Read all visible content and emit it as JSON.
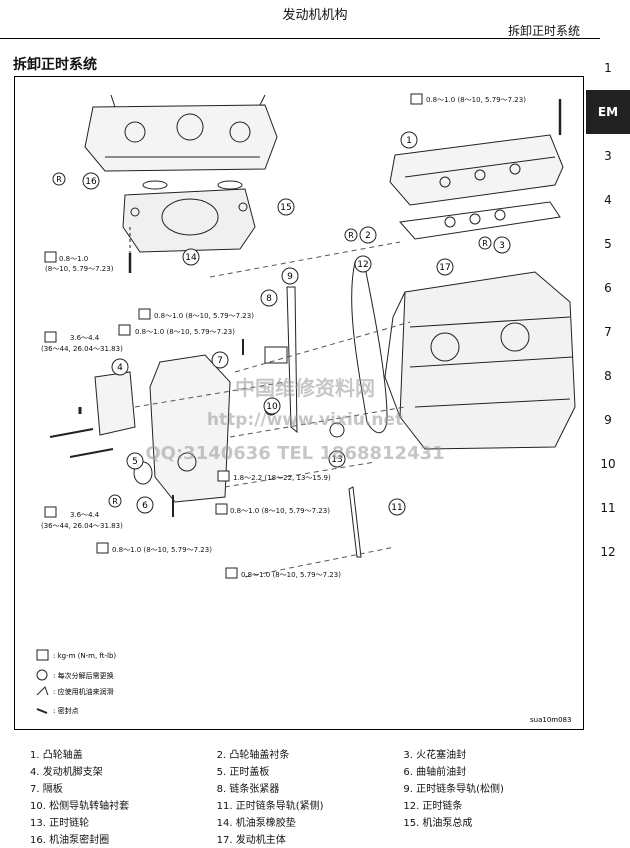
{
  "header": {
    "title": "发动机机构",
    "subtitle": "拆卸正时系统"
  },
  "section_title": "拆卸正时系统",
  "tabs": [
    "1",
    "EM",
    "3",
    "4",
    "5",
    "6",
    "7",
    "8",
    "9",
    "10",
    "11",
    "12"
  ],
  "active_tab": "EM",
  "diagram": {
    "callouts": [
      "1",
      "2",
      "3",
      "4",
      "5",
      "6",
      "7",
      "8",
      "9",
      "10",
      "11",
      "12",
      "13",
      "14",
      "15",
      "16",
      "17"
    ],
    "r_marks": [
      "R",
      "R",
      "R",
      "R"
    ],
    "torques": {
      "t_0_8_top": "0.8～1.0 (8～10, 5.79～7.23)",
      "t_0_8_left_a": "0.8～1.0",
      "t_0_8_left_b": "(8～10, 5.79～7.23)",
      "t_0_8_mid1": "0.8～1.0 (8～10, 5.79～7.23)",
      "t_0_8_mid2": "0.8～1.0 (8～10, 5.79～7.23)",
      "t_3_6_a": "3.6～4.4",
      "t_3_6_b": "(36～44, 26.04～31.83)",
      "t_1_8": "1.8～2.2 (18～22, 13～15.9)",
      "t_0_8_r1": "0.8～1.0 (8～10, 5.79～7.23)",
      "t_3_6_c": "3.6～4.4",
      "t_3_6_d": "(36～44, 26.04～31.83)",
      "t_0_8_b1": "0.8～1.0 (8～10, 5.79～7.23)",
      "t_0_8_b2": "0.8～1.0 (8～10, 5.79～7.23)"
    },
    "key": {
      "torque_unit": ": kg-m (N-m, ft-lb)",
      "replace": ": 每次分解后需更换",
      "oil": ": 应使用机油来润滑",
      "seal": ": 密封点"
    },
    "code": "sua10m083",
    "watermark": [
      "中国维修资料网",
      "http://www.vixiu.net",
      "QQ:3140636  TEL 1868812431"
    ]
  },
  "parts": [
    [
      "1.  凸轮轴盖",
      "2.  凸轮轴盖衬条",
      "3.  火花塞油封"
    ],
    [
      "4.  发动机脚支架",
      "5.  正时盖板",
      "6.  曲轴前油封"
    ],
    [
      "7.  隔板",
      "8.  链条张紧器",
      "9.  正时链条导轨(松侧)"
    ],
    [
      "10.  松侧导轨转轴衬套",
      "11.  正时链条导轨(紧侧)",
      "12.  正时链条"
    ],
    [
      "13.  正时链轮",
      "14.  机油泵橡胶垫",
      "15.  机油泵总成"
    ],
    [
      "16.  机油泵密封圈",
      "17.  发动机主体",
      ""
    ]
  ]
}
